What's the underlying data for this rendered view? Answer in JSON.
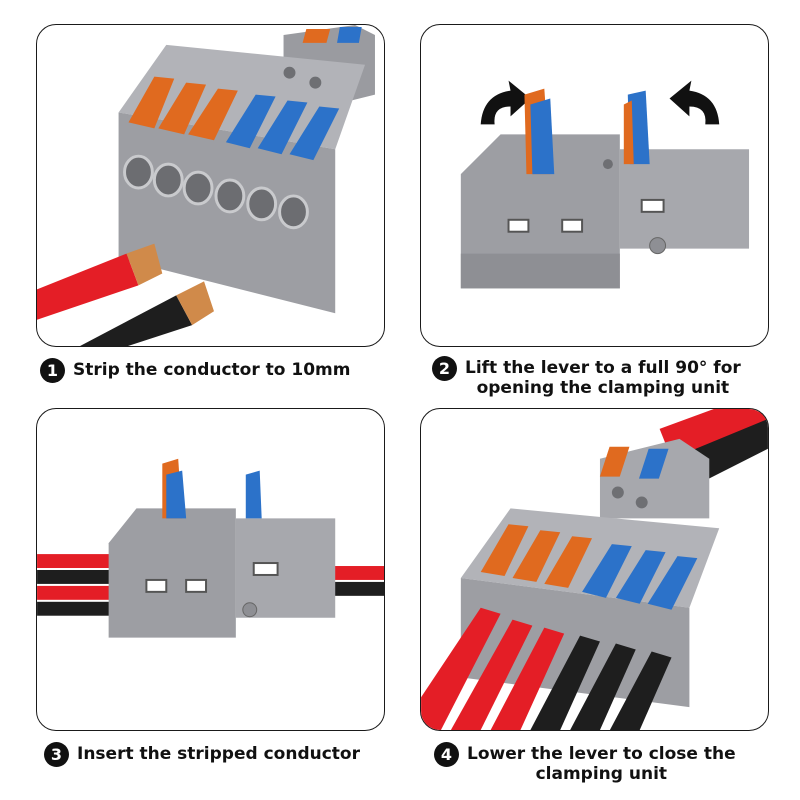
{
  "steps": [
    {
      "number": "1",
      "text": "Strip the conductor to 10mm"
    },
    {
      "number": "2",
      "text": "Lift the lever to a full 90° for\nopening the clamping unit"
    },
    {
      "number": "3",
      "text": "Insert the stripped conductor"
    },
    {
      "number": "4",
      "text": "Lower the lever to close the\nclamping unit"
    }
  ],
  "colors": {
    "housing": "#a7a8ad",
    "housing_dark": "#8a8b90",
    "lever_orange": "#e06a1f",
    "lever_blue": "#2c72c9",
    "wire_red": "#e41e26",
    "wire_black": "#1e1e1e",
    "copper": "#d08a4a"
  }
}
